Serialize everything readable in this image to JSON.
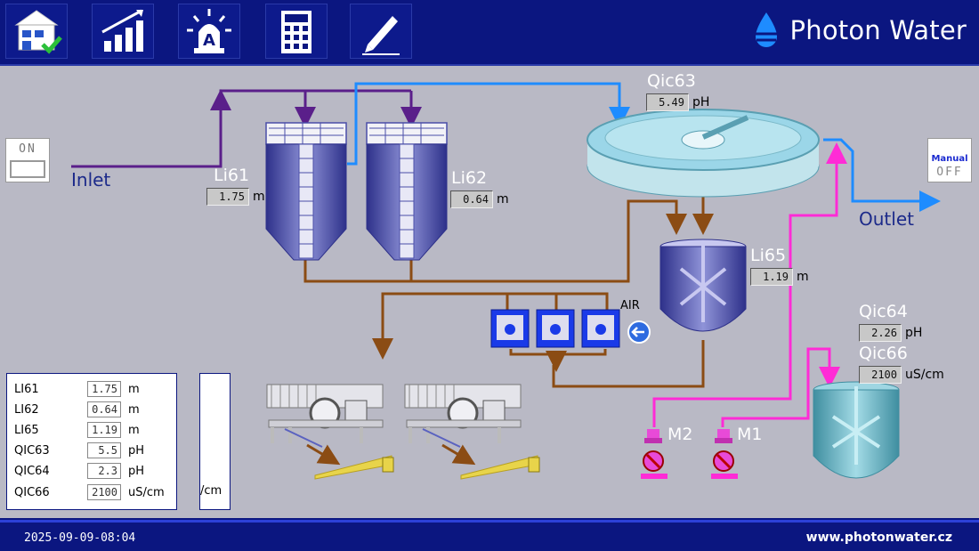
{
  "brand": {
    "name": "Photon Water"
  },
  "nav": [
    {
      "name": "home-icon"
    },
    {
      "name": "trend-chart-icon"
    },
    {
      "name": "alarm-icon"
    },
    {
      "name": "calculator-icon"
    },
    {
      "name": "pencil-icon"
    }
  ],
  "controls": {
    "on_label": "ON",
    "manual_label": "Manual",
    "off_label": "OFF"
  },
  "process": {
    "inlet": "Inlet",
    "outlet": "Outlet",
    "air": "AIR",
    "li61": {
      "label": "Li61",
      "value": "1.75",
      "unit": "m"
    },
    "li62": {
      "label": "Li62",
      "value": "0.64",
      "unit": "m"
    },
    "li65": {
      "label": "Li65",
      "value": "1.19",
      "unit": "m"
    },
    "qic63": {
      "label": "Qic63",
      "value": "5.49",
      "unit": "pH"
    },
    "qic64": {
      "label": "Qic64",
      "value": "2.26",
      "unit": "pH"
    },
    "qic66": {
      "label": "Qic66",
      "value": "2100",
      "unit": "uS/cm"
    },
    "m1": "M1",
    "m2": "M2"
  },
  "table": [
    {
      "name": "LI61",
      "value": "1.75",
      "unit": "m"
    },
    {
      "name": "LI62",
      "value": "0.64",
      "unit": "m"
    },
    {
      "name": "LI65",
      "value": "1.19",
      "unit": "m"
    },
    {
      "name": "QIC63",
      "value": "5.5",
      "unit": "pH"
    },
    {
      "name": "QIC64",
      "value": "2.3",
      "unit": "pH"
    },
    {
      "name": "QIC66",
      "value": "2100",
      "unit": "uS/cm"
    }
  ],
  "table2_partial": "/cm",
  "footer": {
    "datetime": "2025-09-09-08:04",
    "url": "www.photonwater.cz"
  },
  "colors": {
    "header_bg": "#0b1680",
    "main_bg": "#b9b9c5",
    "inlet_line": "#5a1f8a",
    "water_line": "#1e8cff",
    "sludge_line": "#8b4c14",
    "chem_line": "#ff2bd6",
    "tank_blue": "#4a4ea8",
    "clarifier": "#9bd6e8"
  }
}
